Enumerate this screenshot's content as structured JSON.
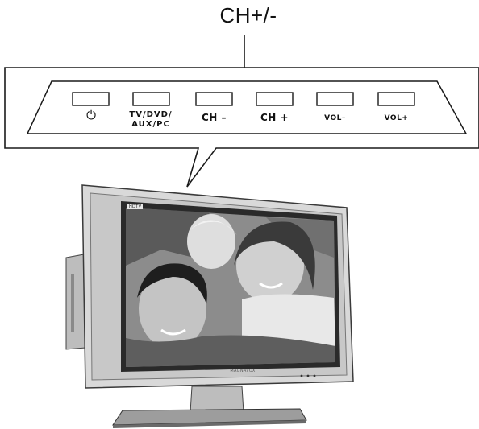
{
  "callout": {
    "title": "CH+/-"
  },
  "control_panel": {
    "buttons": [
      {
        "id": "power",
        "label": "⏻",
        "icon": "power-icon"
      },
      {
        "id": "source",
        "label": "TV/DVD/\nAUX/PC"
      },
      {
        "id": "ch-minus",
        "label": "CH –"
      },
      {
        "id": "ch-plus",
        "label": "CH +"
      },
      {
        "id": "vol-minus",
        "label": "VOL–"
      },
      {
        "id": "vol-plus",
        "label": "VOL+"
      }
    ],
    "highlighted": [
      "CH –",
      "CH +"
    ]
  },
  "tv": {
    "badge": "HDTV",
    "bezel_brand": "MAGNAVOX"
  },
  "colors": {
    "line": "#1a1a1a",
    "panel_fill": "#ffffff",
    "bezel": "#d8d8d8",
    "bezel_dark": "#6e6e6e",
    "screen_edge": "#202020"
  }
}
